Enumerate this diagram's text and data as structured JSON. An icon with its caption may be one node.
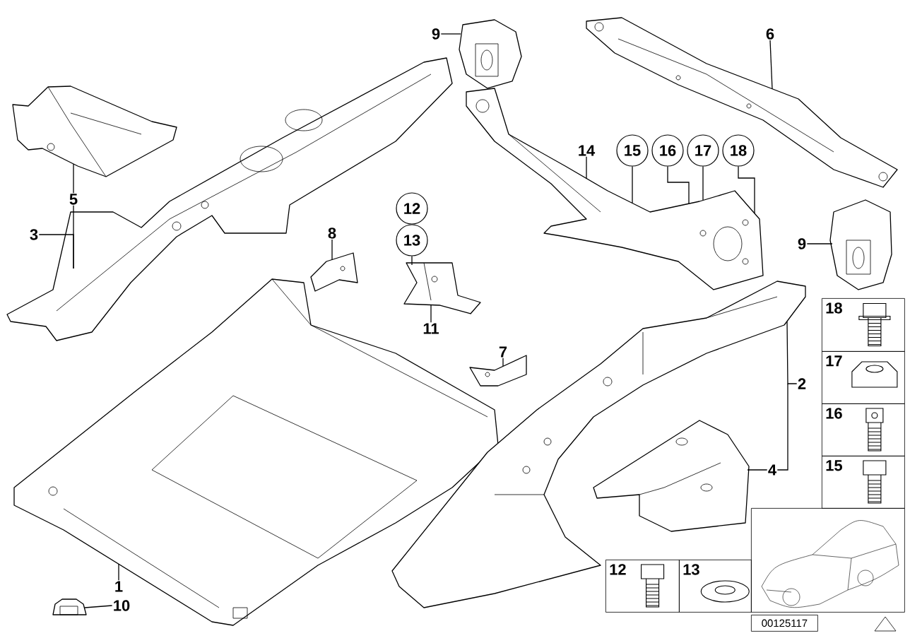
{
  "diagram": {
    "nodes": [
      {
        "text": [
          "9"
        ]
      },
      {
        "text": [],
        "shape": "picture"
      },
      {
        "text": [
          "6"
        ]
      },
      {
        "text": [],
        "shape": "picture"
      },
      {
        "text": [],
        "shape": "picture"
      },
      {
        "text": [
          "5"
        ]
      },
      {
        "text": [
          "3"
        ]
      },
      {
        "text": [],
        "shape": "picture"
      },
      {
        "text": [
          "14"
        ]
      },
      {
        "text": [
          "15"
        ]
      },
      {
        "text": [
          "16"
        ]
      },
      {
        "text": [
          "17"
        ]
      },
      {
        "text": [
          "18"
        ]
      },
      {
        "text": [],
        "shape": "picture"
      },
      {
        "text": [
          "12"
        ]
      },
      {
        "text": [
          "13"
        ]
      },
      {
        "text": [
          "8"
        ]
      },
      {
        "text": [],
        "shape": "picture"
      },
      {
        "text": [
          "9"
        ]
      },
      {
        "text": [],
        "shape": "picture"
      },
      {
        "text": [],
        "shape": "picture"
      },
      {
        "text": [
          "11"
        ]
      },
      {
        "text": [
          "7"
        ]
      },
      {
        "text": [],
        "shape": "picture"
      },
      {
        "text": [
          "2"
        ]
      },
      {
        "text": [],
        "shape": "picture"
      },
      {
        "text": [],
        "shape": "picture"
      },
      {
        "text": [],
        "shape": "picture"
      },
      {
        "text": [
          "4"
        ]
      },
      {
        "text": [
          "1"
        ]
      },
      {
        "text": [],
        "shape": "picture"
      },
      {
        "text": [
          "10"
        ]
      },
      {
        "text": [
          "18"
        ]
      },
      {
        "text": [
          "17"
        ]
      },
      {
        "text": [
          "16"
        ]
      },
      {
        "text": [
          "15"
        ]
      },
      {
        "text": [
          "12"
        ]
      },
      {
        "text": [
          "13"
        ]
      },
      {
        "text": [],
        "shape": "picture"
      },
      {
        "text": [
          "00125117"
        ]
      }
    ],
    "edges": [
      {
        "from": 0,
        "to": 1,
        "arrow": "none"
      },
      {
        "from": 2,
        "to": 3,
        "arrow": "none"
      },
      {
        "from": 5,
        "to": 4,
        "arrow": "none"
      },
      {
        "from": 6,
        "to": 7,
        "arrow": "none"
      },
      {
        "from": 8,
        "to": 13,
        "arrow": "none"
      },
      {
        "from": 9,
        "to": 13,
        "arrow": "none"
      },
      {
        "from": 10,
        "to": 13,
        "arrow": "none"
      },
      {
        "from": 11,
        "to": 13,
        "arrow": "none"
      },
      {
        "from": 12,
        "to": 13,
        "arrow": "none"
      },
      {
        "from": 15,
        "to": 20,
        "arrow": "none"
      },
      {
        "from": 16,
        "to": 17,
        "arrow": "none"
      },
      {
        "from": 18,
        "to": 19,
        "arrow": "none"
      },
      {
        "from": 21,
        "to": 20,
        "arrow": "none"
      },
      {
        "from": 22,
        "to": 23,
        "arrow": "none"
      },
      {
        "from": 24,
        "to": 26,
        "arrow": "none"
      },
      {
        "from": 28,
        "to": 27,
        "arrow": "none"
      },
      {
        "from": 29,
        "to": 25,
        "arrow": "none"
      },
      {
        "from": 31,
        "to": 30,
        "arrow": "none"
      },
      {
        "from": 5,
        "to": 7,
        "arrow": "none"
      }
    ]
  }
}
